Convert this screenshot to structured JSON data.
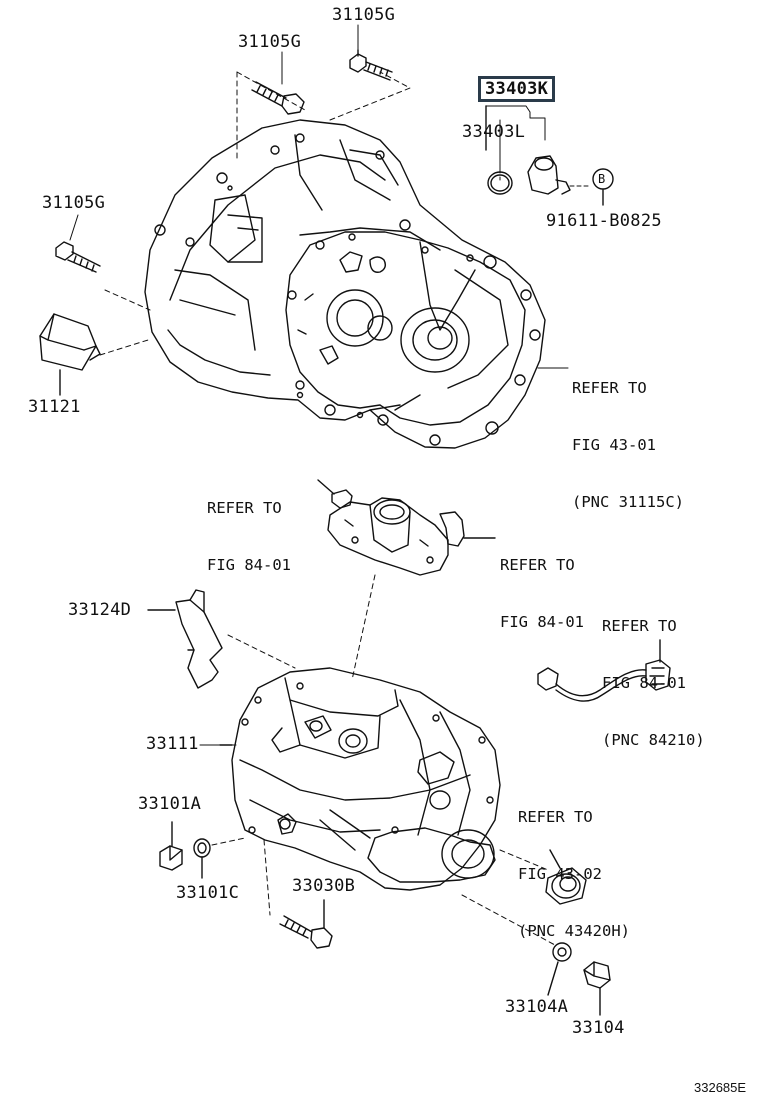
{
  "parts": {
    "p31105g_top": "31105G",
    "p31105g_mid": "31105G",
    "p31105g_left": "31105G",
    "p31121": "31121",
    "p33403k": "33403K",
    "p33403l": "33403L",
    "p91611": "91611-B0825",
    "circle_b": "B",
    "p33124d": "33124D",
    "p33111": "33111",
    "p33101a": "33101A",
    "p33101c": "33101C",
    "p33030b": "33030B",
    "p33104a": "33104A",
    "p33104": "33104"
  },
  "refs": {
    "r1": [
      "REFER TO",
      "FIG 43-01",
      "(PNC 31115C)"
    ],
    "r2": [
      "REFER TO",
      "FIG 84-01"
    ],
    "r3": [
      "REFER TO",
      "FIG 84-01"
    ],
    "r4": [
      "REFER TO",
      "FIG 84-01",
      "(PNC 84210)"
    ],
    "r5": [
      "REFER TO",
      "FIG 43-02",
      "(PNC 43420H)"
    ]
  },
  "highlight_color": "#2a3b4a",
  "footer_code": "332685E"
}
